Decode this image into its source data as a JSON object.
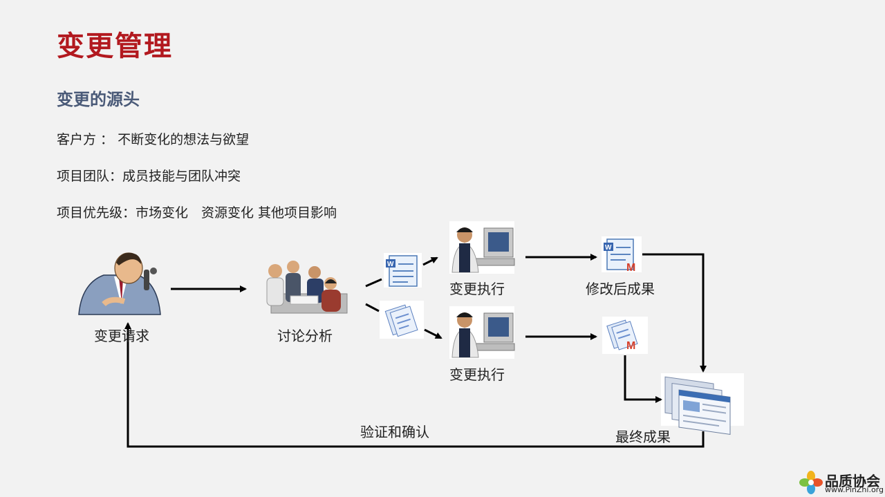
{
  "slide": {
    "title": "变更管理",
    "subtitle": "变更的源头",
    "lines": [
      "客户方 ： 不断变化的想法与欲望",
      "项目团队：成员技能与团队冲突",
      "项目优先级：市场变化　资源变化  其他项目影响"
    ]
  },
  "flow": {
    "request_label": "变更请求",
    "discussion_label": "讨论分析",
    "exec_top_label": "变更执行",
    "exec_bottom_label": "变更执行",
    "modified_label": "修改后成果",
    "final_label": "最终成果",
    "verify_label": "验证和确认"
  },
  "logo": {
    "name": "品质协会",
    "url": "www.PinZhi.org"
  }
}
